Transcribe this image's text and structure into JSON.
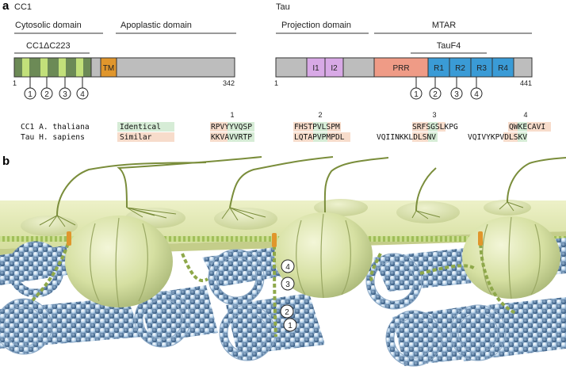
{
  "panel_a": {
    "label": "a",
    "cc1": {
      "title": "CC1",
      "cytosolic": "Cytosolic domain",
      "apoplastic": "Apoplastic domain",
      "deletion": "CC1ΔC223",
      "tm": "TM",
      "start": "1",
      "end": "342",
      "repeats": [
        "1",
        "2",
        "3",
        "4"
      ]
    },
    "tau": {
      "title": "Tau",
      "projection": "Projection domain",
      "mtar": "MTAR",
      "taufragment": "TauF4",
      "start": "1",
      "end": "441",
      "segments": [
        "I1",
        "I2",
        "PRR",
        "R1",
        "R2",
        "R3",
        "R4"
      ],
      "repeats": [
        "1",
        "2",
        "3",
        "4"
      ]
    },
    "alignment": {
      "row1": "CC1 A. thaliana",
      "row2": "Tau H. sapiens",
      "legend_identical": "Identical",
      "legend_similar": "Similar",
      "blocks": [
        {
          "num": "1",
          "cc1": "RPVYYVQSP",
          "tau": "KKVAVVRTP"
        },
        {
          "num": "2",
          "cc1": "FHSTPVLSPM",
          "tau": "LQTAPVPMPDL"
        },
        {
          "num": "3",
          "cc1": "SRFSGSLKPG",
          "tau": "VQIINKKLDLSNV"
        },
        {
          "num": "4",
          "cc1": "QWKECAVI",
          "tau": "VQIVYKPVDLSKV"
        }
      ]
    },
    "colors": {
      "cc1_repeat": "#c2e07a",
      "cc1_dark": "#6c8a56",
      "tm": "#e0962c",
      "gray": "#bdbdbd",
      "insert": "#d8a9e6",
      "prr": "#ef9b86",
      "repeat_blue": "#3a9bd6",
      "identical_bg": "#d6ecd6",
      "similar_bg": "#f7dccb"
    }
  },
  "panel_b": {
    "label": "b",
    "callouts": [
      "4",
      "3",
      "2",
      "1"
    ],
    "colors": {
      "membrane": "#e1e8b4",
      "complex": "#d7e2a3",
      "mt_light": "#c2d8ea",
      "mt_dark": "#4a6e93",
      "linker": "#8ea84a",
      "tm_orange": "#e0962c"
    }
  }
}
